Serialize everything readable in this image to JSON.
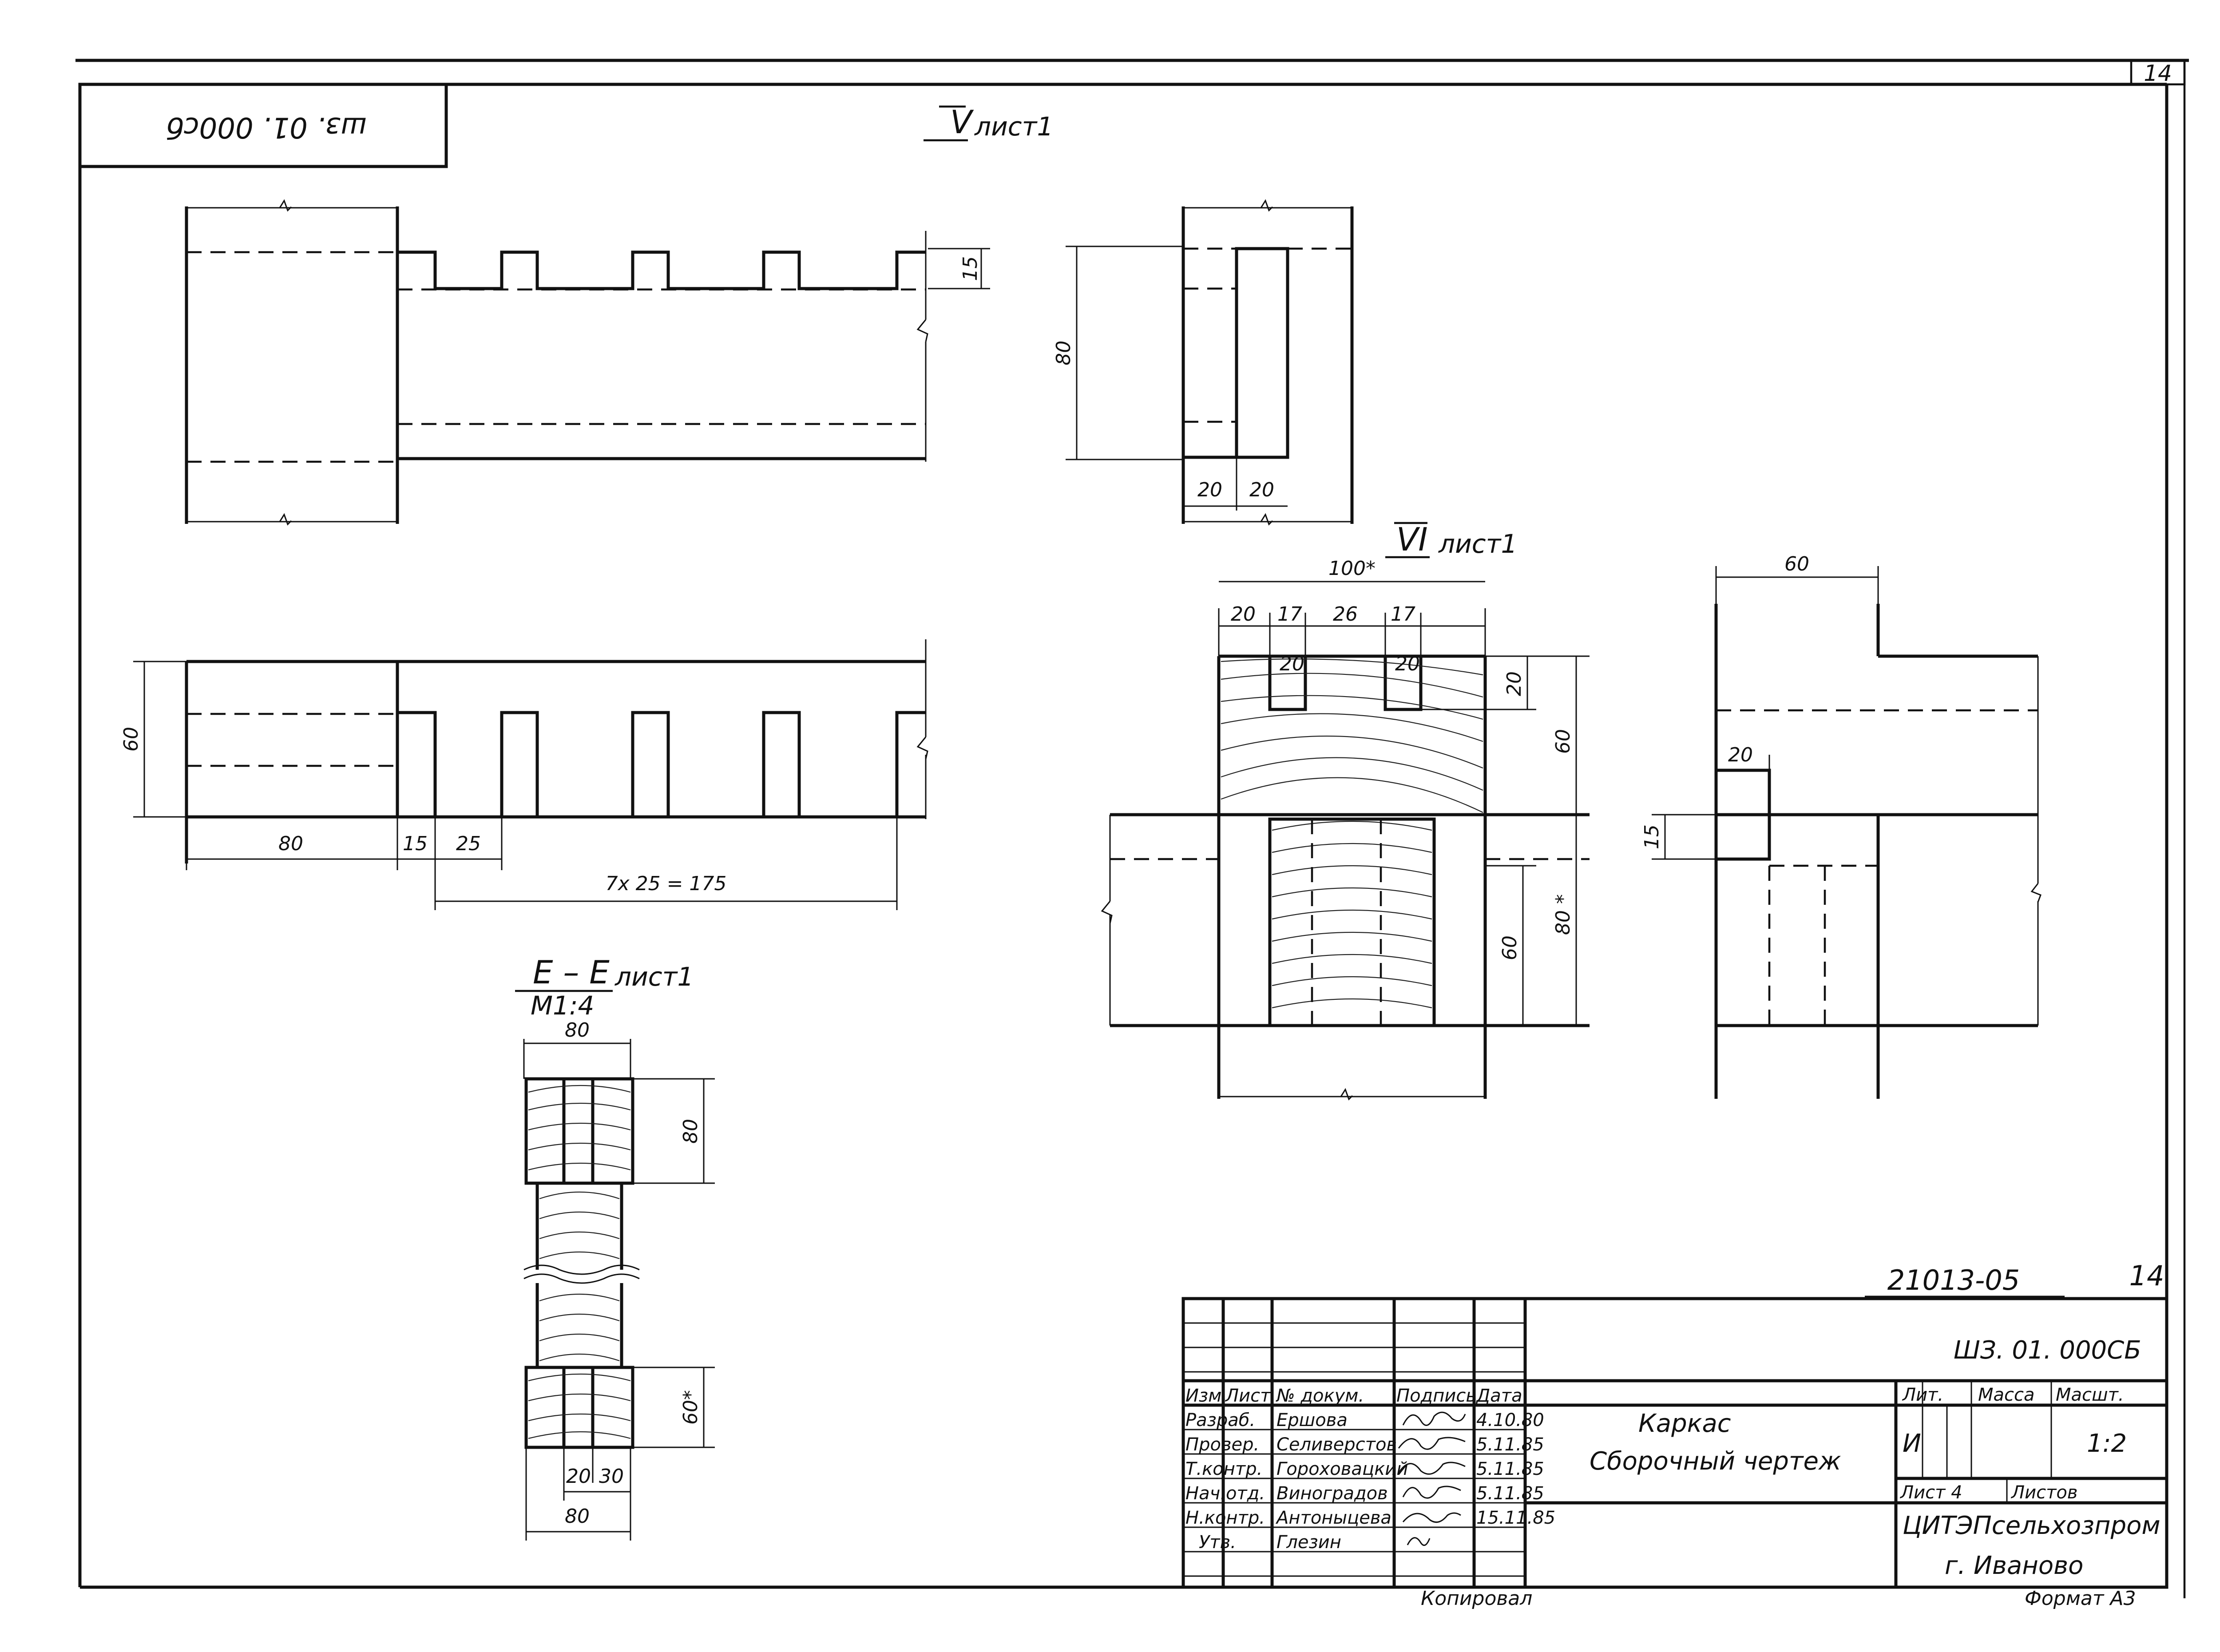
{
  "sheet": {
    "corner_page_number": "14",
    "doc_code_rotated": "шз. 01. 000сб",
    "doc_number": "21013-05",
    "doc_page_number": "14"
  },
  "views": {
    "view_v": {
      "numeral": "V",
      "ref": "лист1"
    },
    "view_vi": {
      "numeral": "VI",
      "ref": "лист1"
    },
    "section_e": {
      "label": "E – E",
      "ref": "лист1",
      "scale": "M1:4"
    }
  },
  "dims": {
    "v_15": "15",
    "v_80": "80",
    "v_20a": "20",
    "v_20b": "20",
    "p_60": "60",
    "p_80": "80",
    "p_15": "15",
    "p_25": "25",
    "p_175": "7x 25 = 175",
    "vi_100": "100*",
    "vi_20a": "20",
    "vi_17a": "17",
    "vi_26": "26",
    "vi_17b": "17",
    "vi_20b": "20",
    "vi_20c": "20",
    "vi_20r": "20",
    "vi_60r": "60",
    "vi_60l": "60",
    "vi_80r": "80 *",
    "s_60": "60",
    "s_20": "20",
    "s_15": "15",
    "e_80top": "80",
    "e_80r": "80",
    "e_60r": "60*",
    "e_20": "20",
    "e_30": "30",
    "e_80bot": "80"
  },
  "title_block": {
    "designation": "ШЗ. 01. 000СБ",
    "name_line1": "Каркас",
    "name_line2": "Сборочный чертеж",
    "col_izm": "Изм.",
    "col_list": "Лист",
    "col_doc": "№ докум.",
    "col_sign": "Подпись",
    "col_date": "Дата",
    "rows": [
      {
        "role": "Разраб.",
        "name": "Ершова",
        "date": "4.10.80"
      },
      {
        "role": "Провер.",
        "name": "Селиверстов",
        "date": "5.11.85"
      },
      {
        "role": "Т.контр.",
        "name": "Гороховацкий",
        "date": "5.11.85"
      },
      {
        "role": "Нач.отд.",
        "name": "Виноградов",
        "date": "5.11.85"
      },
      {
        "role": "Н.контр.",
        "name": "Антоныцева",
        "date": "15.11.85"
      },
      {
        "role": "Утв.",
        "name": "Глезин",
        "date": ""
      }
    ],
    "lit": "Лит.",
    "mass": "Масса",
    "scale_label": "Масшт.",
    "lit_value": "И",
    "scale_value": "1:2",
    "sheet": "Лист 4",
    "sheets": "Листов",
    "org_line1": "ЦИТЭПсельхозпром",
    "org_line2": "г. Иваново"
  },
  "footer": {
    "copied": "Копировал",
    "format": "Формат А3"
  }
}
